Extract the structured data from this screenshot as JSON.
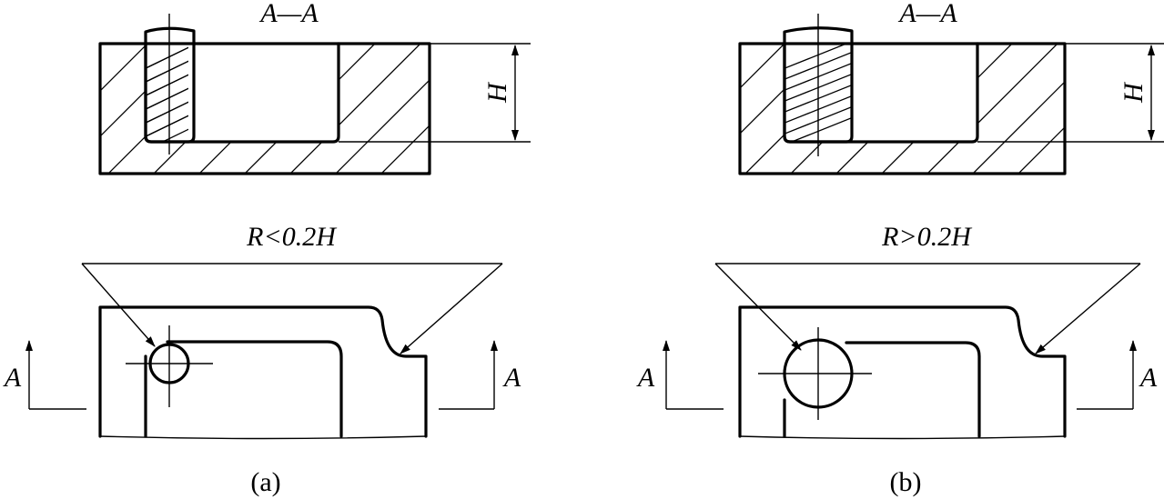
{
  "panels": [
    {
      "section_title": "A—A",
      "height_label": "H",
      "radius_condition": "R<0.2H",
      "section_marker": "A",
      "caption": "(a)"
    },
    {
      "section_title": "A—A",
      "height_label": "H",
      "radius_condition": "R>0.2H",
      "section_marker": "A",
      "caption": "(b)"
    }
  ]
}
